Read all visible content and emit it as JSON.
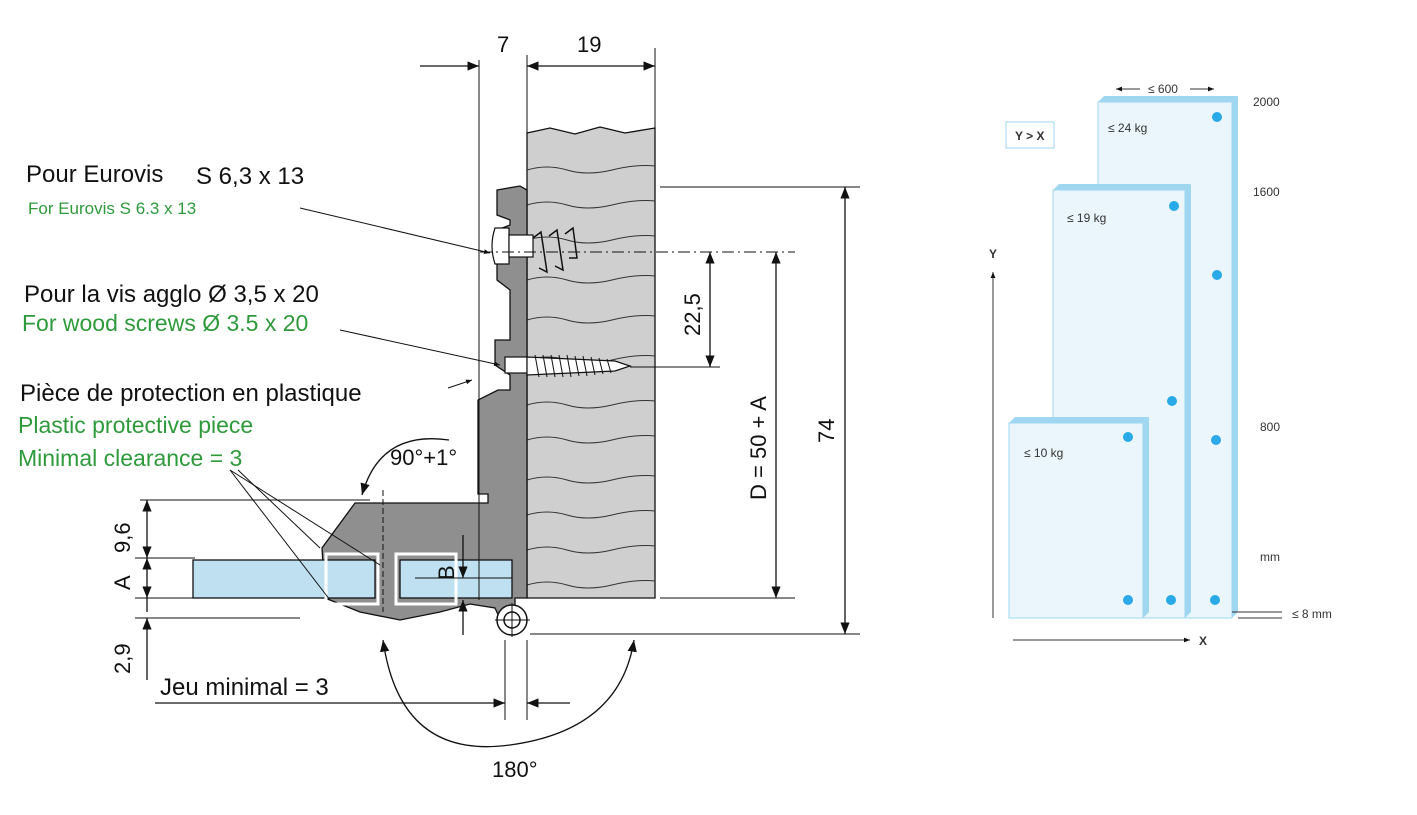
{
  "colors": {
    "label_en": "#2e9a3c",
    "wood": "#cfcfcf",
    "hinge": "#8f8f8f",
    "glass": "#bfe0f0",
    "panel": "#eaf6fc",
    "panel_edge": "#9fd6f0",
    "dot": "#29a9e8"
  },
  "hinge": {
    "labels": {
      "eurovis_fr_a": "Pour Eurovis",
      "eurovis_fr_b": "S 6,3 x 13",
      "eurovis_en": "For Eurovis S 6.3 x 13",
      "wood_screw_fr": "Pour la vis agglo Ø 3,5 x 20",
      "wood_screw_en": "For wood screws Ø 3.5 x 20",
      "plastic_fr": "Pièce de protection en plastique",
      "plastic_en": "Plastic protective piece",
      "clearance_en": "Minimal clearance = 3",
      "jeu_fr": "Jeu minimal = 3"
    },
    "dimensions": {
      "d7": "7",
      "d19": "19",
      "d22_5": "22,5",
      "d_formula": "D = 50 + A",
      "d74": "74",
      "d9_6": "9,6",
      "dA": "A",
      "d2_9": "2,9",
      "dB": "B",
      "angle_90": "90°+1°",
      "angle_180": "180°"
    }
  },
  "load_chart": {
    "ratio_badge": "Y > X",
    "width_label": "≤ 600",
    "axis_y": "Y",
    "axis_x": "X",
    "unit": "mm",
    "thickness": "≤ 8 mm",
    "height_ticks": [
      "2000",
      "1600",
      "800"
    ],
    "panels": [
      {
        "weight": "≤ 24 kg"
      },
      {
        "weight": "≤ 19 kg"
      },
      {
        "weight": "≤ 10 kg"
      }
    ]
  }
}
